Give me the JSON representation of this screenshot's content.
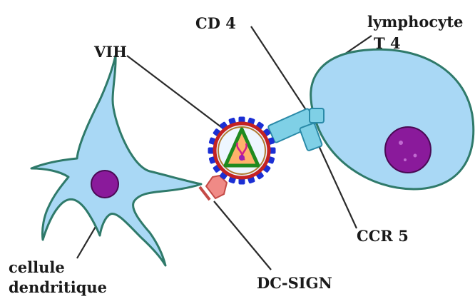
{
  "labels": {
    "cd4": "CD 4",
    "lymphocyte_line1": "lymphocyte",
    "lymphocyte_line2": "T 4",
    "vih": "VIH",
    "ccr5": "CCR 5",
    "dc_sign": "DC-SIGN",
    "cellule_line1": "cellule",
    "cellule_line2": "dendritique"
  },
  "colors": {
    "cell_fill": "#a9d8f5",
    "cell_outline": "#2f7a6a",
    "nucleus": "#8a1a9b",
    "receptor": "#7fd0e6",
    "dc_sign_receptor": "#f08a86",
    "virus_spikes": "#1b2fd4",
    "virus_envelope": "#c42222",
    "virus_capsid": "#1f8a1f",
    "virus_core": "#ff9a33"
  }
}
